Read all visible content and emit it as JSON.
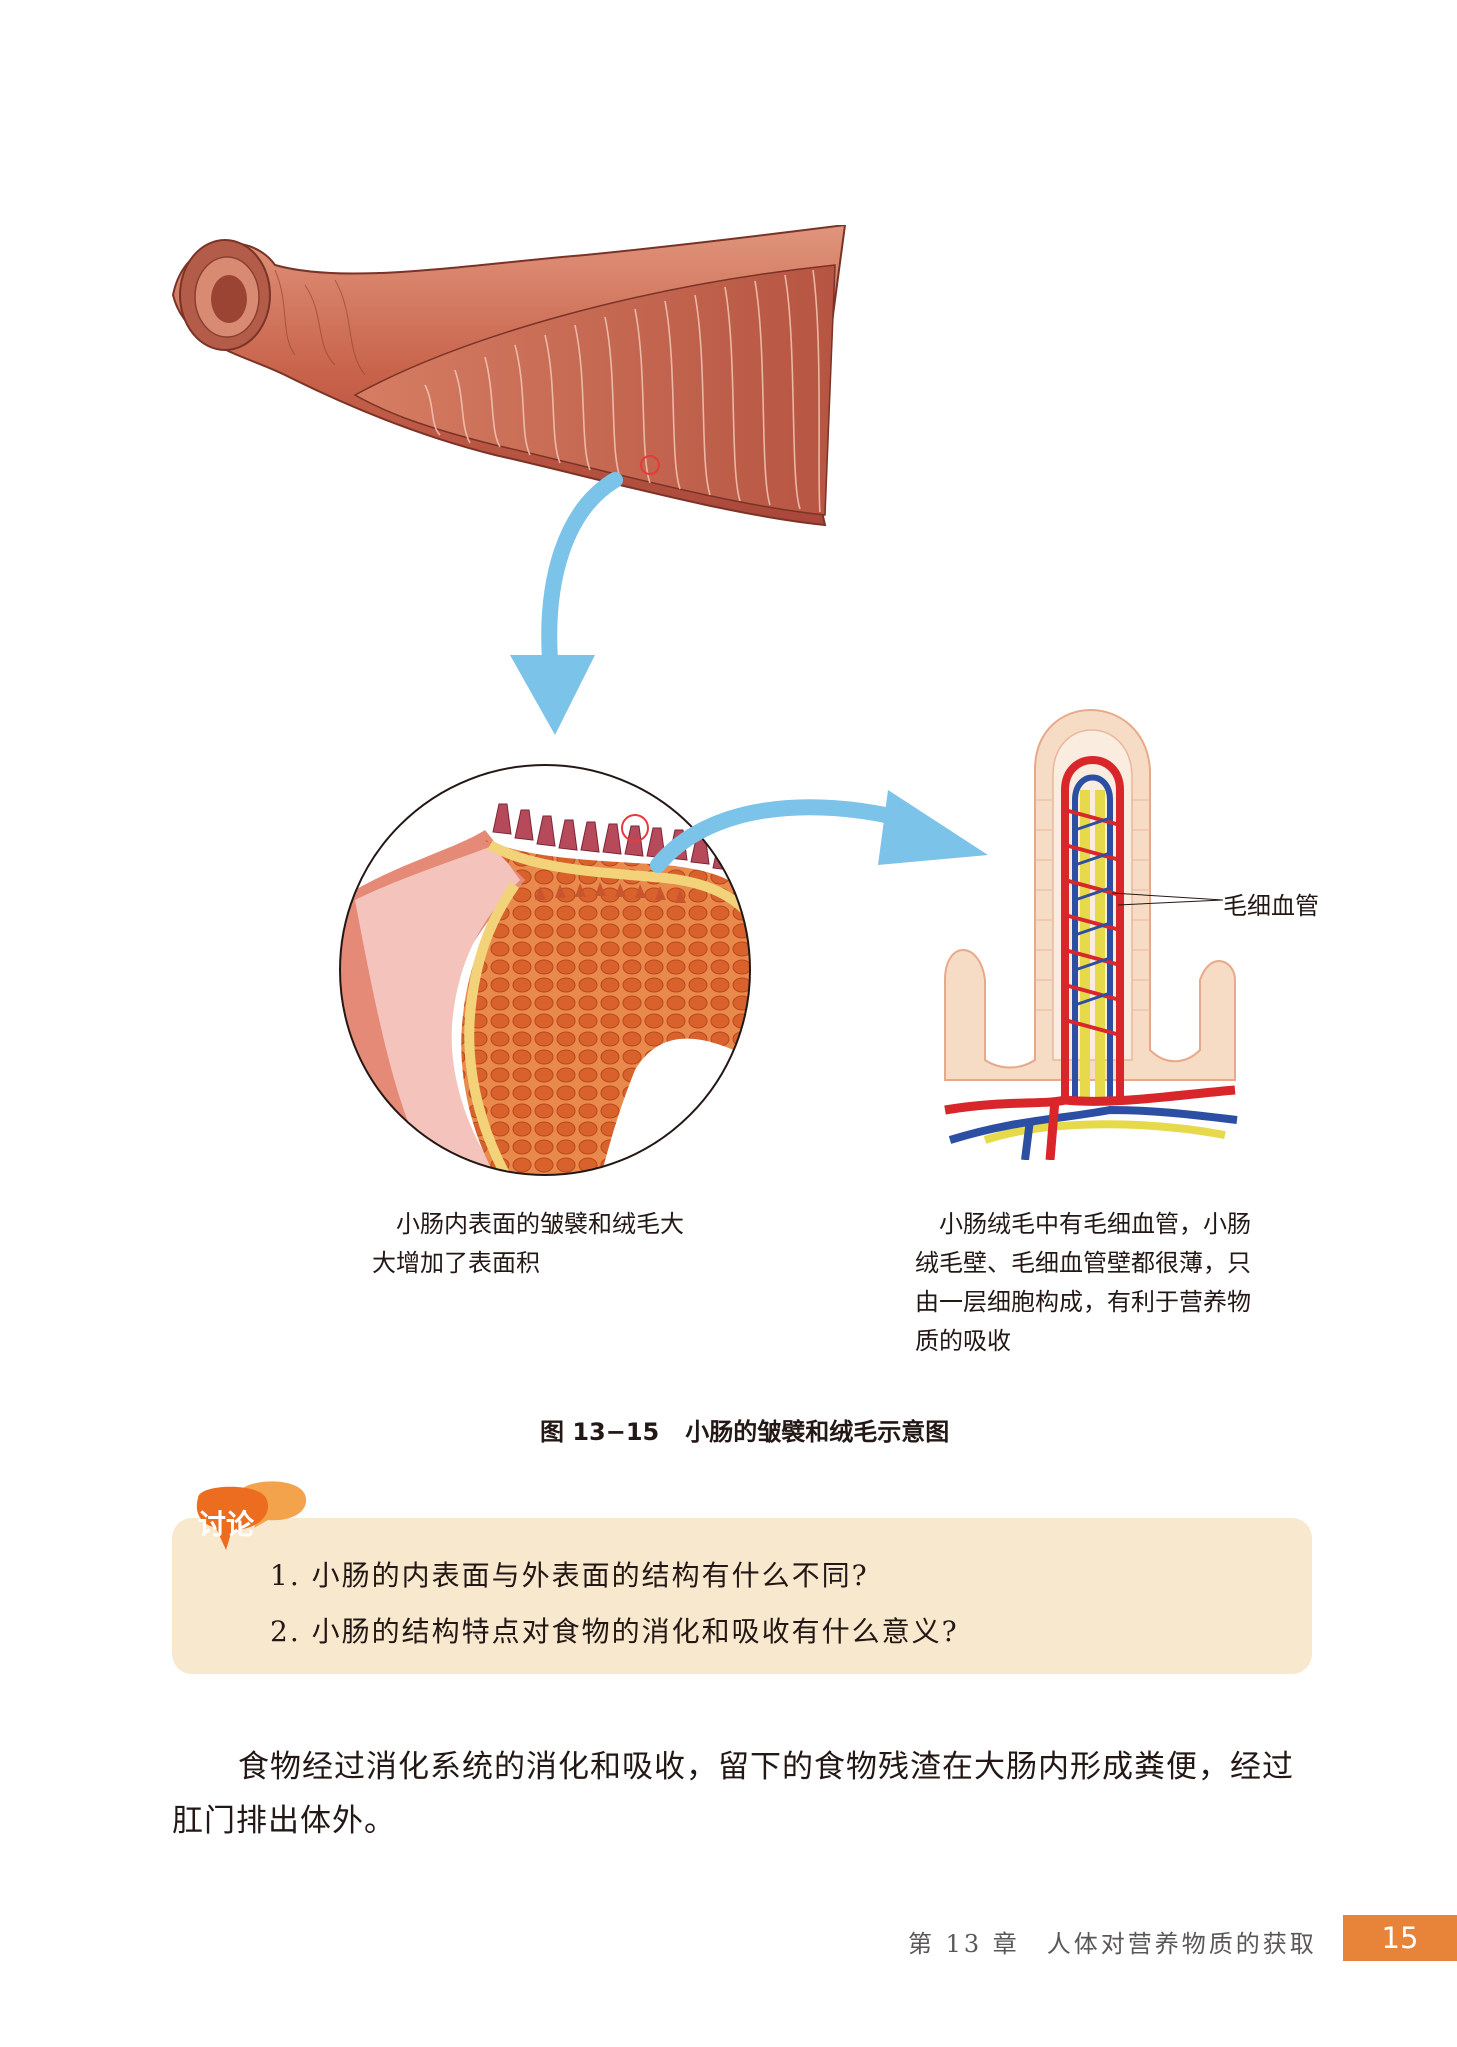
{
  "figure": {
    "label_capillary": "毛细血管",
    "caption_left": "小肠内表面的皱襞和绒毛大大增加了表面积",
    "caption_right": "小肠绒毛中有毛细血管，小肠绒毛壁、毛细血管壁都很薄，只由一层细胞构成，有利于营养物质的吸收",
    "title_number": "图 13−15",
    "title_text": "小肠的皱襞和绒毛示意图"
  },
  "discussion": {
    "badge": "讨论",
    "questions": [
      "1. 小肠的内表面与外表面的结构有什么不同?",
      "2. 小肠的结构特点对食物的消化和吸收有什么意义?"
    ]
  },
  "body": {
    "paragraph": "食物经过消化系统的消化和吸收，留下的食物残渣在大肠内形成粪便，经过肛门排出体外。"
  },
  "footer": {
    "chapter": "第 13 章　人体对营养物质的获取",
    "page_number": "15"
  },
  "colors": {
    "arrow": "#7cc3ea",
    "discussion_bg": "#f8e8ce",
    "badge": "#ec6d1f",
    "page_number_bg": "#e8843a",
    "intestine": "#c8624a",
    "artery": "#d8262a",
    "vein": "#2c4fa3",
    "lymph": "#e6d94a"
  },
  "icons": {
    "discussion_badge": "speech-bubble-icon",
    "arrows": "curved-arrow-icon"
  }
}
